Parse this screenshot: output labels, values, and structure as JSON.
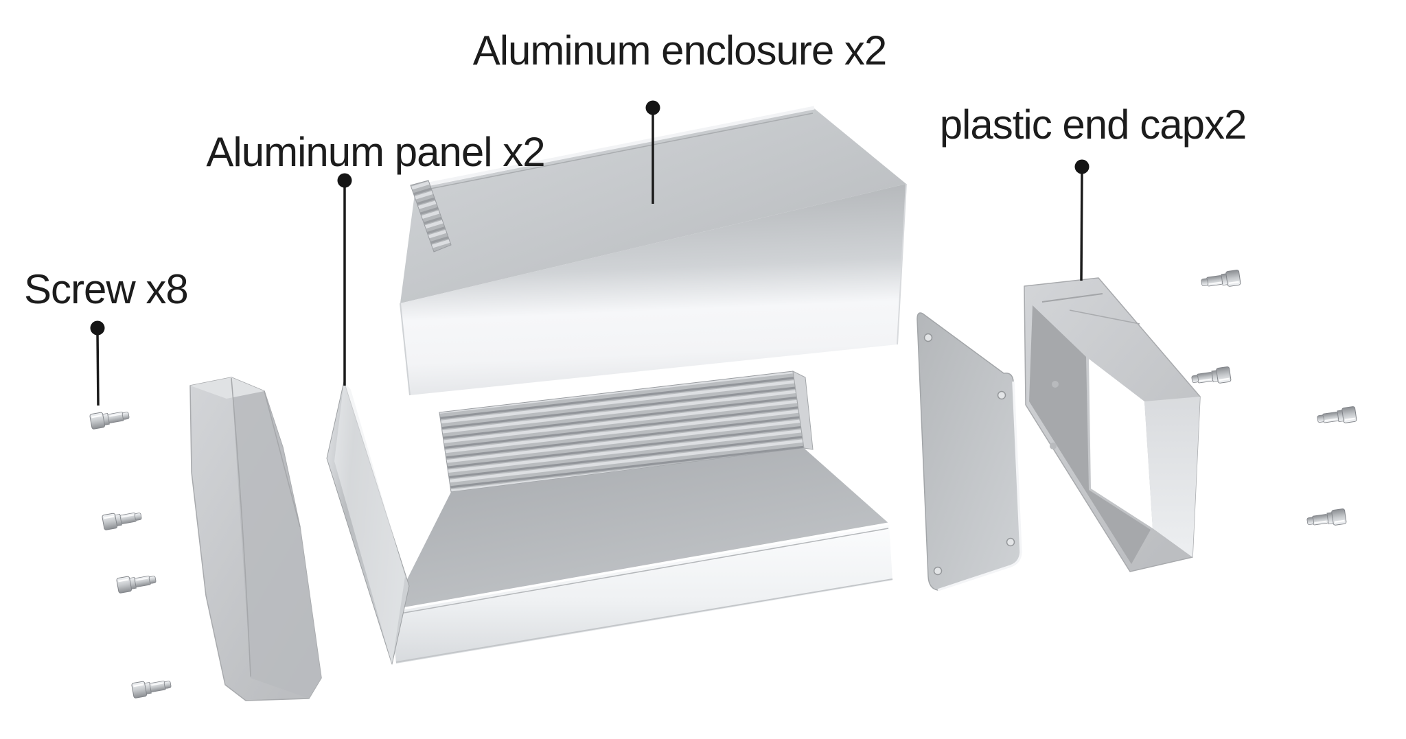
{
  "diagram": {
    "background": "#ffffff",
    "text_color": "#1c1c1c",
    "labels": {
      "enclosure": "Aluminum enclosure x2",
      "panel": "Aluminum panel x2",
      "end_cap": "plastic end capx2",
      "screw": "Screw x8"
    },
    "parts": [
      {
        "part": "Aluminum enclosure",
        "count": 2
      },
      {
        "part": "Aluminum panel",
        "count": 2
      },
      {
        "part": "plastic end cap",
        "count": 2
      },
      {
        "part": "Screw",
        "count": 8
      }
    ],
    "colors": {
      "metal_highlight": "#f6f7f9",
      "metal_light": "#d0d3d6",
      "metal_mid": "#b7babd",
      "metal_dark": "#94979b",
      "plastic": "#c7c9cc",
      "recess": "#a6a8ab",
      "leader": "#1a1a1a"
    }
  }
}
